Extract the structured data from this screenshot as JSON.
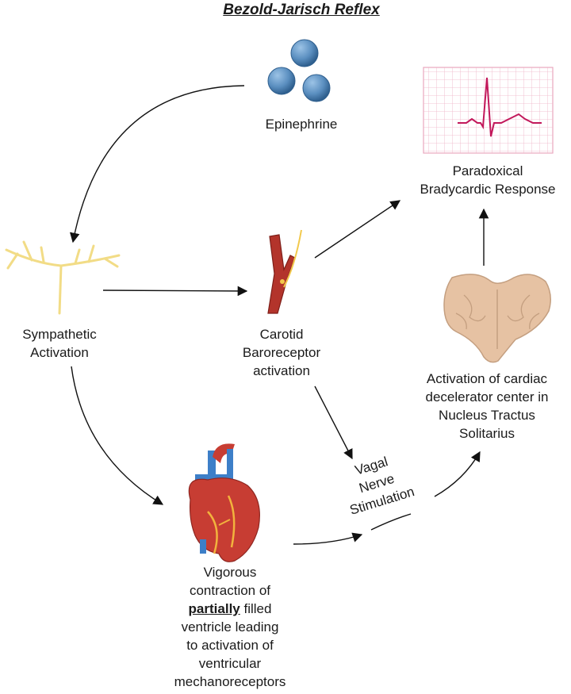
{
  "title": "Bezold-Jarisch Reflex",
  "labels": {
    "epinephrine": "Epinephrine",
    "paradoxical_1": "Paradoxical",
    "paradoxical_2": "Bradycardic Response",
    "sympathetic_1": "Sympathetic",
    "sympathetic_2": "Activation",
    "carotid_1": "Carotid",
    "carotid_2": "Baroreceptor",
    "carotid_3": "activation",
    "nts_1": "Activation of cardiac",
    "nts_2": "decelerator center in",
    "nts_3": "Nucleus Tractus",
    "nts_4": "Solitarius",
    "vagal_1": "Vagal",
    "vagal_2": "Nerve",
    "vagal_3": "Stimulation",
    "heart_1": "Vigorous",
    "heart_2": "contraction of",
    "heart_3_emph": "partially",
    "heart_3_rest": " filled",
    "heart_4": "ventricle leading",
    "heart_5": "to activation of",
    "heart_6": "ventricular",
    "heart_7": "mechanoreceptors"
  },
  "icons": {
    "epinephrine": "molecule-spheres-icon",
    "ecg": "ecg-trace-icon",
    "nerve": "nerve-branch-icon",
    "artery": "carotid-artery-icon",
    "brainstem": "brainstem-icon",
    "heart": "heart-icon"
  },
  "colors": {
    "sphere": "#5b8fc0",
    "ecg_grid": "#e9a7bd",
    "ecg_trace": "#c2185b",
    "nerve": "#f2dc86",
    "artery": "#b3342b",
    "brainstem": "#e6c2a3",
    "heart": "#c73d33",
    "vessel_blue": "#3d7fc8",
    "arrow": "#111111"
  }
}
